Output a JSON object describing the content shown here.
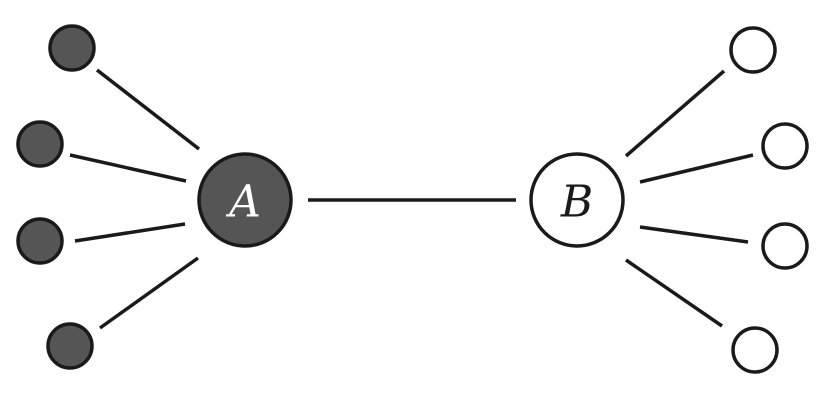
{
  "colors": {
    "filled": "#555555",
    "hollow": "#ffffff",
    "stroke": "#1a1a1a",
    "label_on_filled": "#ffffff",
    "label_on_hollow": "#1a1a1a"
  },
  "hubs": [
    {
      "id": "A",
      "label": "A",
      "style": "filled"
    },
    {
      "id": "B",
      "label": "B",
      "style": "hollow"
    }
  ],
  "leaves": [
    {
      "hub": "A",
      "count": 4,
      "style": "filled"
    },
    {
      "hub": "B",
      "count": 4,
      "style": "hollow"
    }
  ]
}
